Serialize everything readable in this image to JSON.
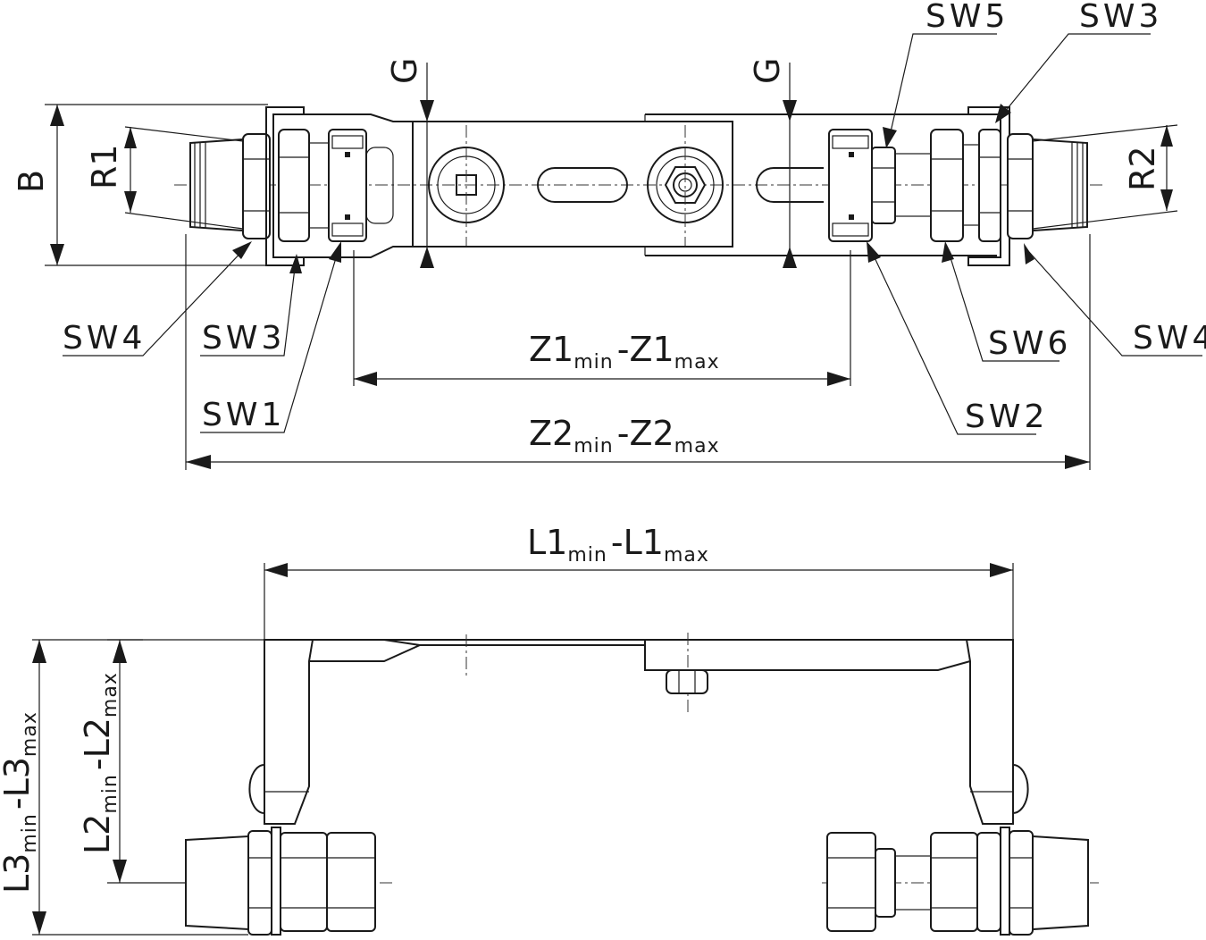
{
  "drawing": {
    "colors": {
      "line": "#1a1a1a",
      "background": "#ffffff"
    },
    "callouts": {
      "sw5": "SW5",
      "sw3_right": "SW3",
      "sw4_left": "SW4",
      "sw3_left": "SW3",
      "sw1": "SW1",
      "sw6": "SW6",
      "sw4_right": "SW4",
      "sw2": "SW2"
    },
    "dims": {
      "g_left": "G",
      "g_right": "G",
      "b": "B",
      "r1": "R1",
      "r2": "R2",
      "z1": {
        "a": "Z1",
        "a_sub": "min",
        "sep": "-",
        "b": "Z1",
        "b_sub": "max"
      },
      "z2": {
        "a": "Z2",
        "a_sub": "min",
        "sep": "-",
        "b": "Z2",
        "b_sub": "max"
      },
      "l1": {
        "a": "L1",
        "a_sub": "min",
        "sep": "-",
        "b": "L1",
        "b_sub": "max"
      },
      "l2": {
        "a": "L2",
        "a_sub": "min",
        "sep": "-",
        "b": "L2",
        "b_sub": "max"
      },
      "l3": {
        "a": "L3",
        "a_sub": "min",
        "sep": "-",
        "b": "L3",
        "b_sub": "max"
      }
    }
  }
}
